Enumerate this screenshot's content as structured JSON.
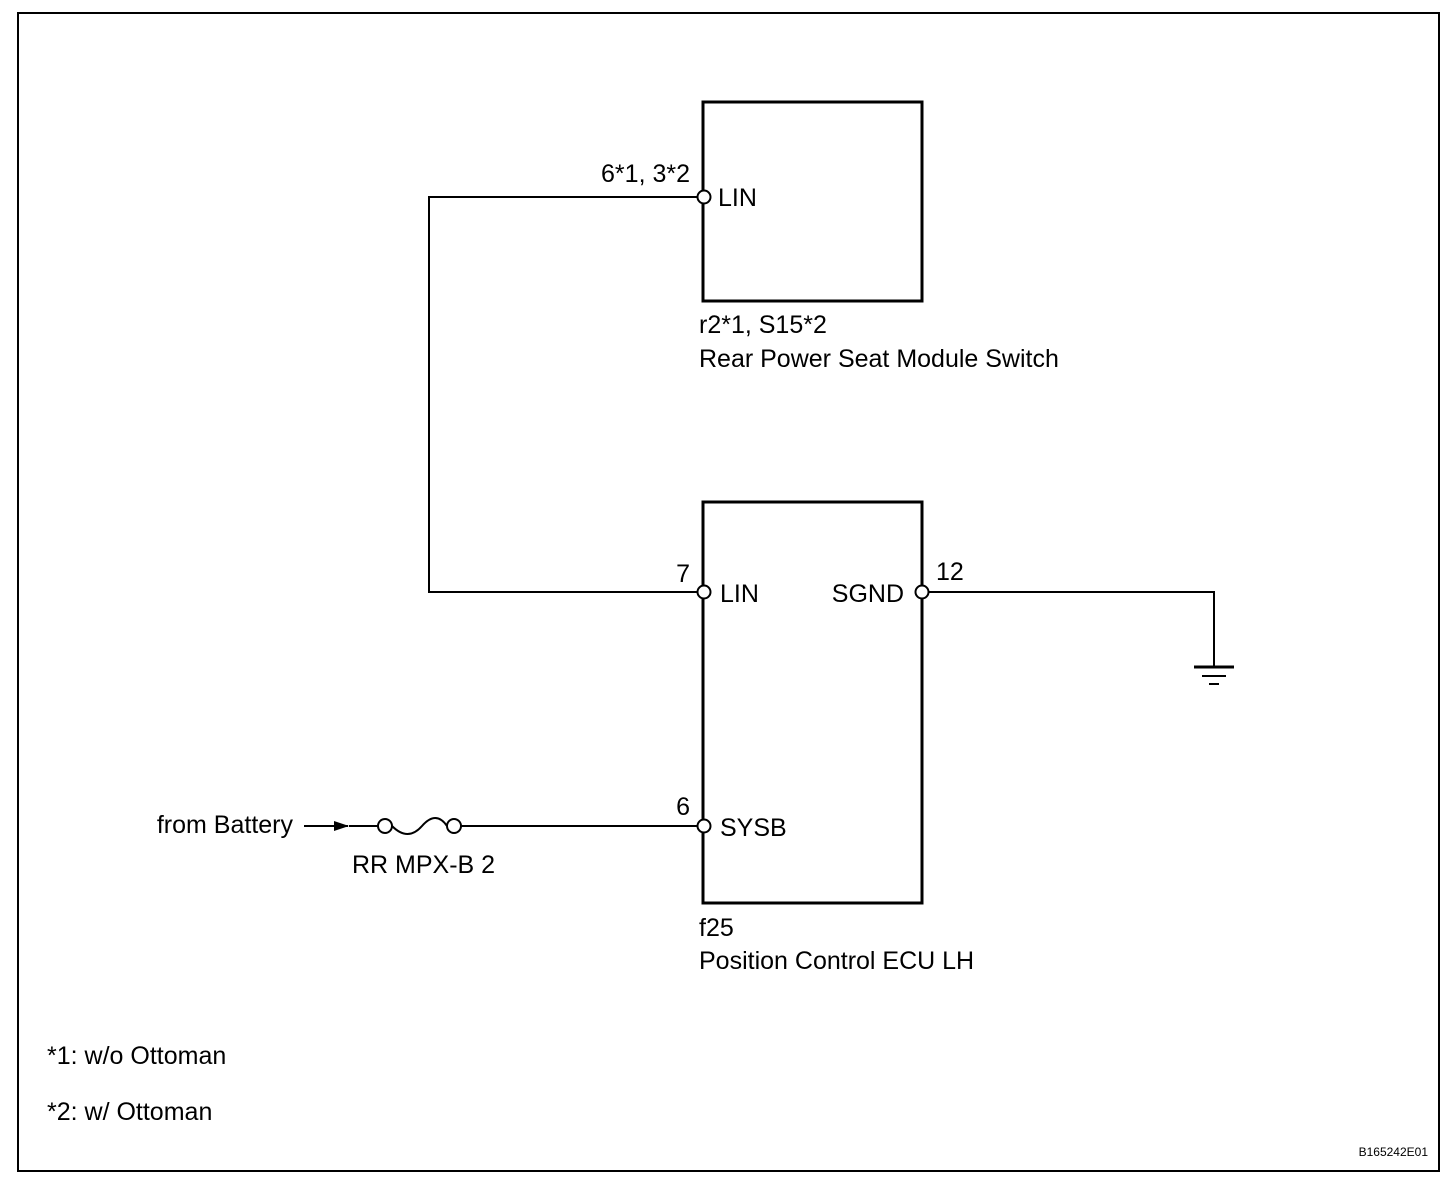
{
  "switch_module": {
    "pin_label": "6*1, 3*2",
    "terminal": "LIN",
    "connector": "r2*1, S15*2",
    "name": "Rear Power Seat Module Switch"
  },
  "ecu": {
    "lin_pin": "7",
    "lin_terminal": "LIN",
    "sgnd_pin": "12",
    "sgnd_terminal": "SGND",
    "sysb_pin": "6",
    "sysb_terminal": "SYSB",
    "connector": "f25",
    "name": "Position Control ECU LH"
  },
  "power": {
    "source": "from Battery",
    "fuse": "RR MPX-B 2"
  },
  "notes": {
    "note1": "*1: w/o  Ottoman",
    "note2": "*2: w/ Ottoman"
  },
  "figure_code": "B165242E01"
}
